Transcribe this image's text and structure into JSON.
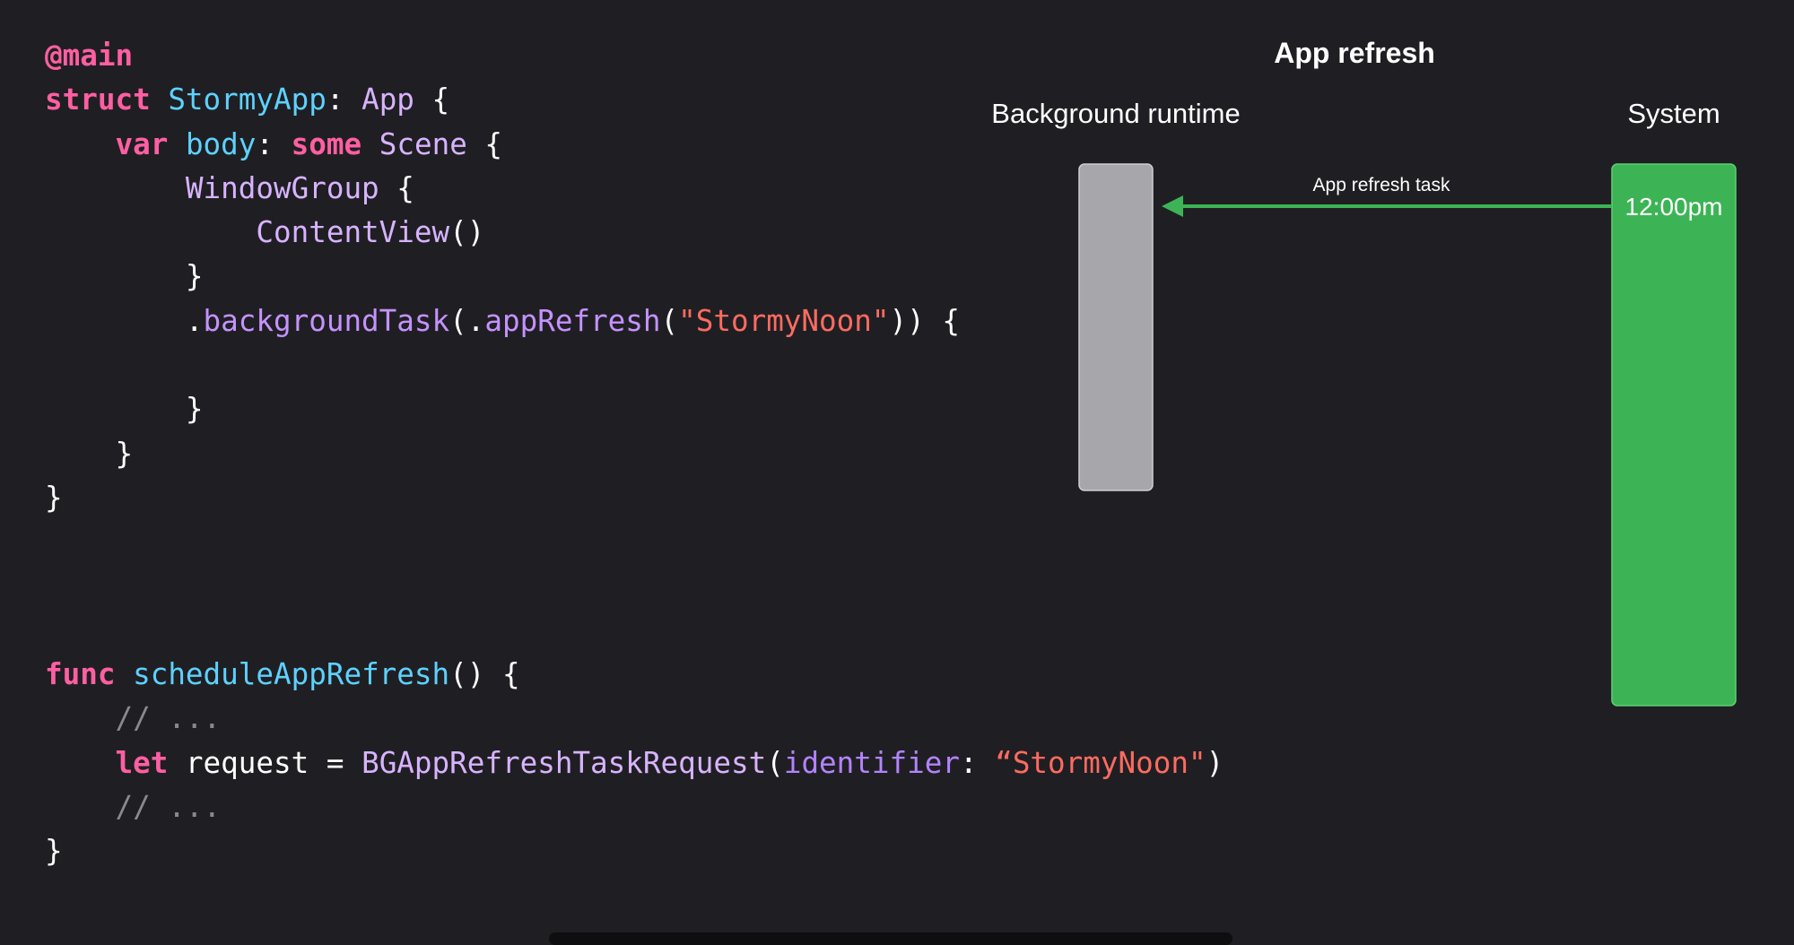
{
  "colors": {
    "background": "#1f1f23",
    "plain": "#ffffff",
    "keyword": "#ff5fa2",
    "type": "#d8b3ff",
    "func": "#c592ff",
    "decl": "#5ed1ff",
    "string": "#ff6b60",
    "comment": "#8a8a8e",
    "param": "#b383ff",
    "runtime_bar": "#a7a7ab",
    "system_bar": "#3cb455",
    "arrow": "#3cb455"
  },
  "code": {
    "lines": [
      [
        {
          "t": "@main",
          "c": "keyword"
        }
      ],
      [
        {
          "t": "struct",
          "c": "keyword"
        },
        {
          "t": " ",
          "c": "plain"
        },
        {
          "t": "StormyApp",
          "c": "decl"
        },
        {
          "t": ": ",
          "c": "plain"
        },
        {
          "t": "App",
          "c": "type"
        },
        {
          "t": " {",
          "c": "plain"
        }
      ],
      [
        {
          "t": "    ",
          "c": "plain"
        },
        {
          "t": "var",
          "c": "keyword"
        },
        {
          "t": " ",
          "c": "plain"
        },
        {
          "t": "body",
          "c": "decl"
        },
        {
          "t": ": ",
          "c": "plain"
        },
        {
          "t": "some",
          "c": "keyword"
        },
        {
          "t": " ",
          "c": "plain"
        },
        {
          "t": "Scene",
          "c": "type"
        },
        {
          "t": " {",
          "c": "plain"
        }
      ],
      [
        {
          "t": "        ",
          "c": "plain"
        },
        {
          "t": "WindowGroup",
          "c": "type"
        },
        {
          "t": " {",
          "c": "plain"
        }
      ],
      [
        {
          "t": "            ",
          "c": "plain"
        },
        {
          "t": "ContentView",
          "c": "type"
        },
        {
          "t": "()",
          "c": "plain"
        }
      ],
      [
        {
          "t": "        }",
          "c": "plain"
        }
      ],
      [
        {
          "t": "        .",
          "c": "plain"
        },
        {
          "t": "backgroundTask",
          "c": "func"
        },
        {
          "t": "(.",
          "c": "plain"
        },
        {
          "t": "appRefresh",
          "c": "func"
        },
        {
          "t": "(",
          "c": "plain"
        },
        {
          "t": "\"StormyNoon\"",
          "c": "string"
        },
        {
          "t": ")) {",
          "c": "plain"
        }
      ],
      [
        {
          "t": "",
          "c": "plain"
        }
      ],
      [
        {
          "t": "        }",
          "c": "plain"
        }
      ],
      [
        {
          "t": "    }",
          "c": "plain"
        }
      ],
      [
        {
          "t": "}",
          "c": "plain"
        }
      ],
      [
        {
          "t": "",
          "c": "plain"
        }
      ],
      [
        {
          "t": "",
          "c": "plain"
        }
      ],
      [
        {
          "t": "",
          "c": "plain"
        }
      ],
      [
        {
          "t": "func",
          "c": "keyword"
        },
        {
          "t": " ",
          "c": "plain"
        },
        {
          "t": "scheduleAppRefresh",
          "c": "decl"
        },
        {
          "t": "() {",
          "c": "plain"
        }
      ],
      [
        {
          "t": "    ",
          "c": "plain"
        },
        {
          "t": "// ...",
          "c": "comment"
        }
      ],
      [
        {
          "t": "    ",
          "c": "plain"
        },
        {
          "t": "let",
          "c": "keyword"
        },
        {
          "t": " request = ",
          "c": "plain"
        },
        {
          "t": "BGAppRefreshTaskRequest",
          "c": "type"
        },
        {
          "t": "(",
          "c": "plain"
        },
        {
          "t": "identifier",
          "c": "param"
        },
        {
          "t": ": ",
          "c": "plain"
        },
        {
          "t": "“StormyNoon\"",
          "c": "string"
        },
        {
          "t": ")",
          "c": "plain"
        }
      ],
      [
        {
          "t": "    ",
          "c": "plain"
        },
        {
          "t": "// ...",
          "c": "comment"
        }
      ],
      [
        {
          "t": "}",
          "c": "plain"
        }
      ]
    ]
  },
  "diagram": {
    "title": "App refresh",
    "lanes": {
      "runtime": "Background runtime",
      "system": "System"
    },
    "arrow_label": "App refresh task",
    "time_label": "12:00pm"
  }
}
